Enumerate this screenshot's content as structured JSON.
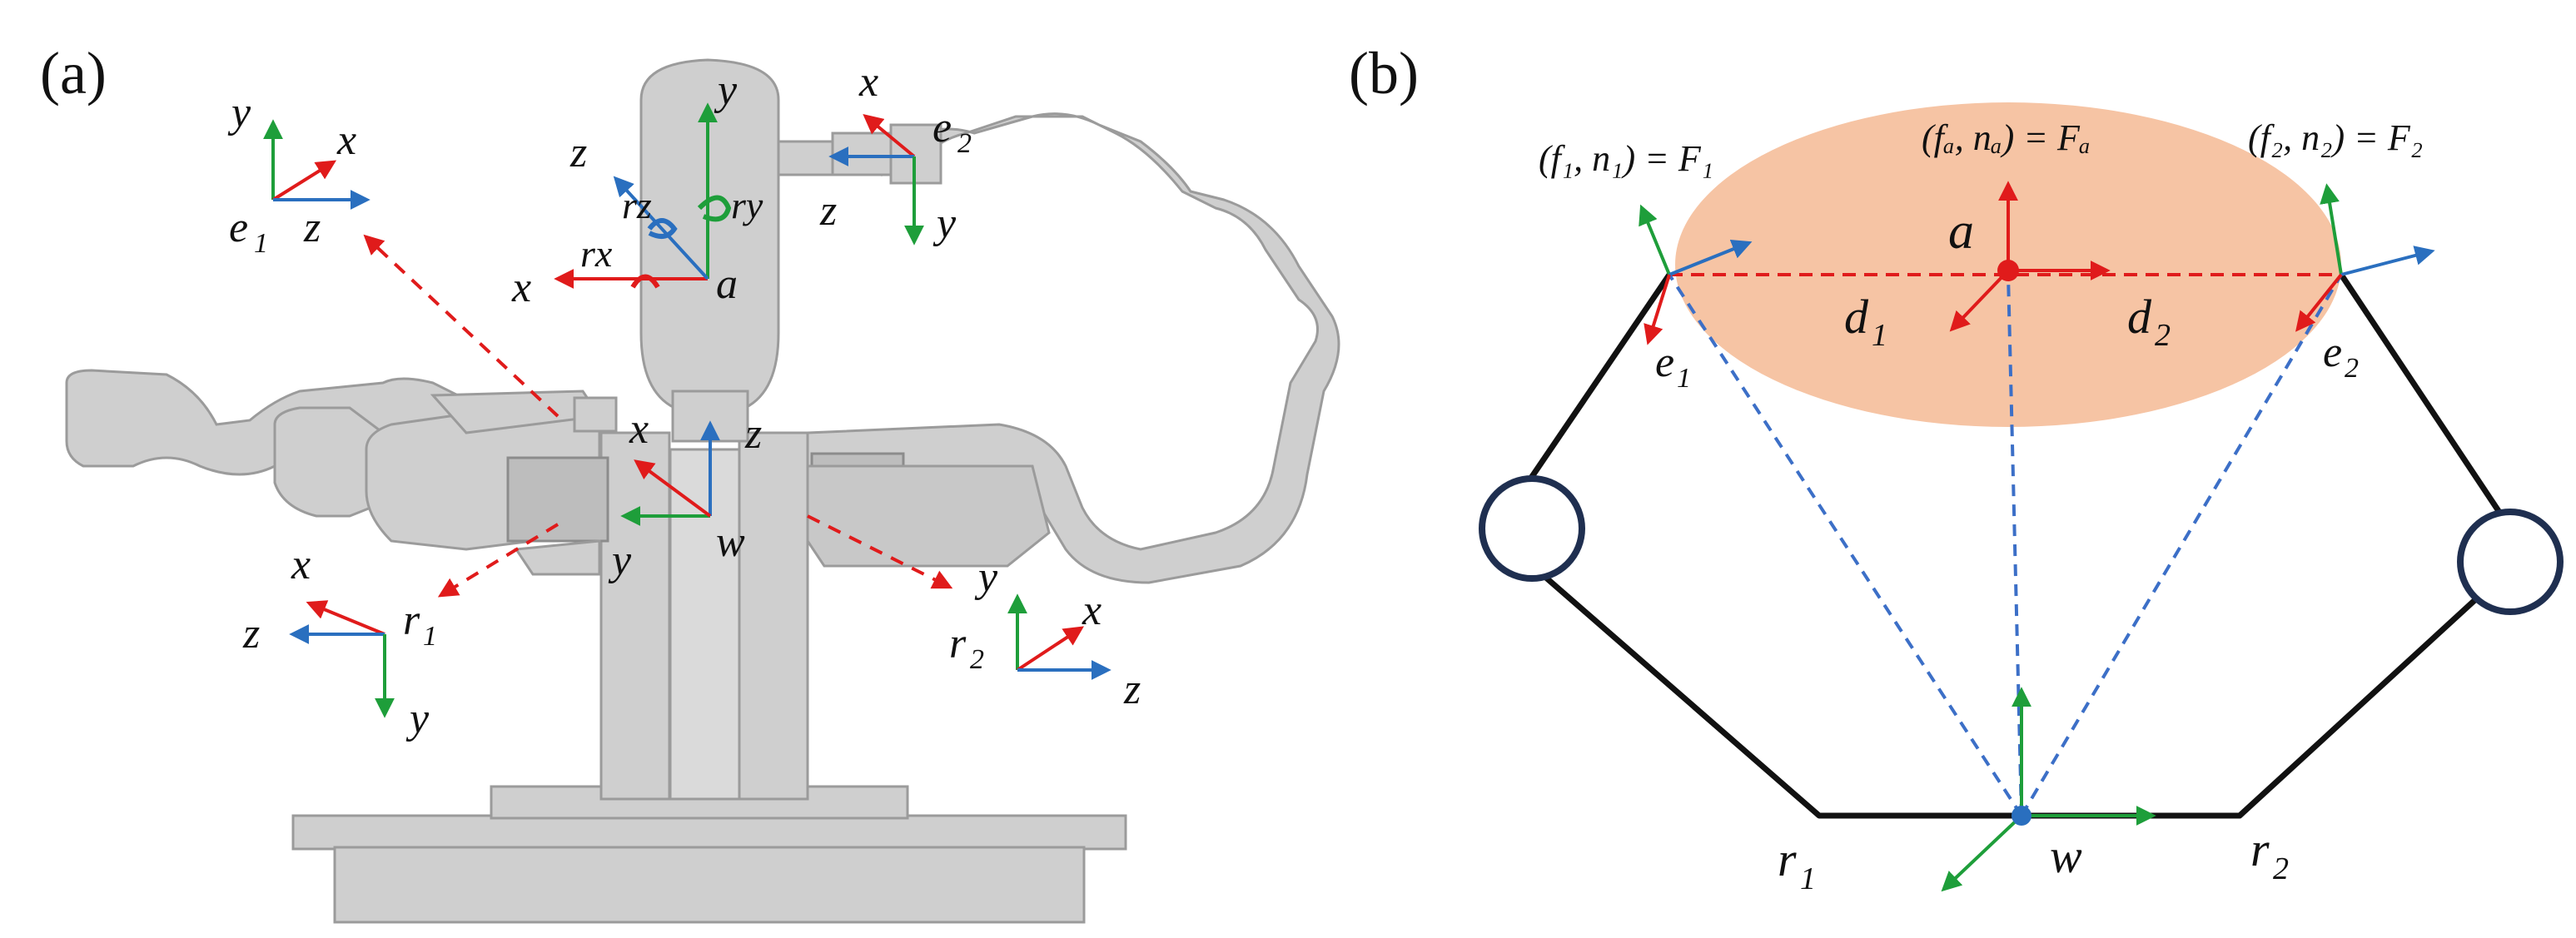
{
  "panels": {
    "a": {
      "label": "(a)"
    },
    "b": {
      "label": "(b)"
    }
  },
  "panel_a": {
    "frames": {
      "e1": {
        "name": "e",
        "sub": "1",
        "axes": {
          "x": "x",
          "y": "y",
          "z": "z"
        }
      },
      "e2": {
        "name": "e",
        "sub": "2",
        "axes": {
          "x": "x",
          "y": "y",
          "z": "z"
        }
      },
      "a": {
        "name": "a",
        "axes": {
          "x": "x",
          "y": "y",
          "z": "z"
        },
        "rot": {
          "rx": "rx",
          "ry": "ry",
          "rz": "rz"
        }
      },
      "w": {
        "name": "w",
        "axes": {
          "x": "x",
          "y": "y",
          "z": "z"
        }
      },
      "r1": {
        "name": "r",
        "sub": "1",
        "axes": {
          "x": "x",
          "y": "y",
          "z": "z"
        }
      },
      "r2": {
        "name": "r",
        "sub": "2",
        "axes": {
          "x": "x",
          "y": "y",
          "z": "z"
        }
      }
    }
  },
  "panel_b": {
    "forces": {
      "F1": "(f₁, n₁) = F₁",
      "Fa": "(fₐ, nₐ) = Fₐ",
      "F2": "(f₂, n₂) = F₂"
    },
    "labels": {
      "a": "a",
      "d1": "d",
      "d1_sub": "1",
      "d2": "d",
      "d2_sub": "2",
      "e1": "e",
      "e1_sub": "1",
      "e2": "e",
      "e2_sub": "2",
      "w": "w",
      "r1": "r",
      "r1_sub": "1",
      "r2": "r",
      "r2_sub": "2"
    }
  },
  "colors": {
    "x_axis": "#e01b1b",
    "y_axis": "#1e9e3a",
    "z_axis": "#2a6fbf",
    "link": "#111111",
    "ellipse": "#f6c4a4",
    "joint_ring": "#1f2f50",
    "dashed_red": "#e01b1b",
    "dashed_blue": "#3c6fc7",
    "robot_gray": "#cfcfcf"
  }
}
